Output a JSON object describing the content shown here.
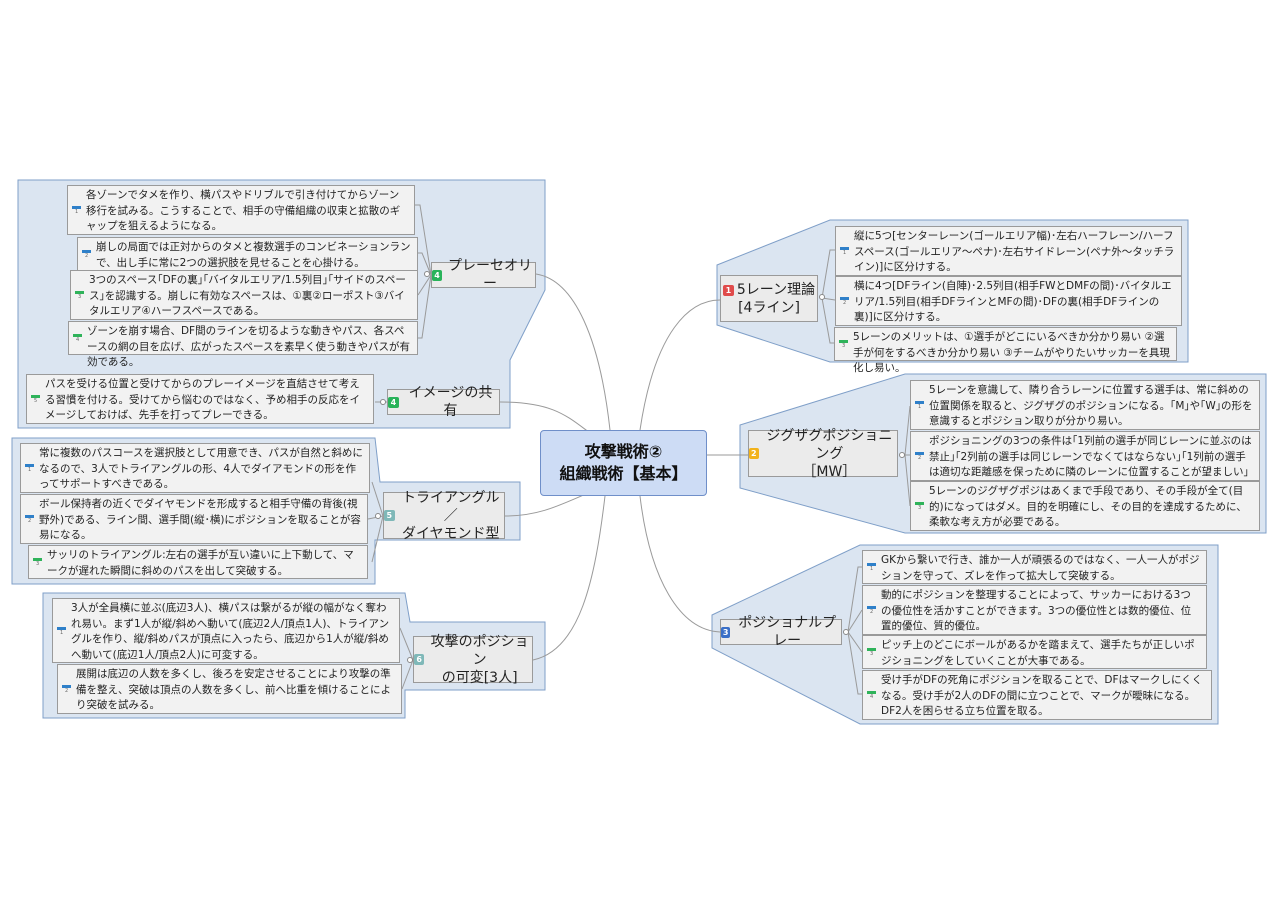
{
  "colors": {
    "blue": "#2f80c9",
    "green": "#2fb35a",
    "red": "#e04b4b",
    "yellow": "#f2b21a",
    "navy": "#3a6fc7",
    "teal": "#7fb8b8",
    "lightgreen": "#29b35a"
  },
  "center": {
    "line1": "攻撃戦術②",
    "line2": "組織戦術【基本】"
  },
  "topics": {
    "t1": {
      "badge": "1",
      "line1": "5レーン理論",
      "line2": "[4ライン]"
    },
    "t2": {
      "badge": "2",
      "line1": "ジグザグポジショニング",
      "line2": "［MW］"
    },
    "t3": {
      "badge": "3",
      "line1": "ポジショナルプレー"
    },
    "t4": {
      "badge": "4",
      "line1": "プレーセオリー"
    },
    "t4b": {
      "badge": "4",
      "line1": "イメージの共有"
    },
    "t5": {
      "badge": "5",
      "line1": "トライアングル／",
      "line2": "ダイヤモンド型"
    },
    "t6": {
      "badge": "6",
      "line1": "攻撃のポジション",
      "line2": "の可変[3人]"
    }
  },
  "notes": {
    "n1a": {
      "num": "1",
      "text": "縦に5つ[センターレーン(ゴールエリア幅)･左右ハーフレーン/ハーフスペース(ゴールエリア～ペナ)･左右サイドレーン(ペナ外～タッチライン)]に区分けする。"
    },
    "n1b": {
      "num": "2",
      "text": "横に4つ[DFライン(自陣)･2.5列目(相手FWとDMFの間)･バイタルエリア/1.5列目(相手DFラインとMFの間)･DFの裏(相手DFラインの裏)]に区分けする。"
    },
    "n1c": {
      "num": "3",
      "text": "5レーンのメリットは、①選手がどこにいるべきか分かり易い ②選手が何をするべきか分かり易い ③チームがやりたいサッカーを具現化し易い。"
    },
    "n2a": {
      "num": "1",
      "text": "5レーンを意識して、隣り合うレーンに位置する選手は、常に斜めの位置関係を取ると、ジグザグのポジションになる。｢M｣や｢W｣の形を意識するとポジション取りが分かり易い。"
    },
    "n2b": {
      "num": "2",
      "text": "ポジショニングの3つの条件は｢1列前の選手が同じレーンに並ぶのは禁止｣｢2列前の選手は同じレーンでなくてはならない｣｢1列前の選手は適切な距離感を保っために隣のレーンに位置することが望ましい｣である。"
    },
    "n2c": {
      "num": "3",
      "text": "5レーンのジグザグポジはあくまで手段であり、その手段が全て(目的)になってはダメ。目的を明確にし、その目的を達成するために、柔軟な考え方が必要である。"
    },
    "n3a": {
      "num": "1",
      "text": "GKから繋いで行き、誰か一人が頑張るのではなく、一人一人がポジションを守って、ズレを作って拡大して突破する。"
    },
    "n3b": {
      "num": "2",
      "text": "動的にポジションを整理することによって、サッカーにおける3つの優位性を活かすことができます。3つの優位性とは数的優位、位置的優位、質的優位。"
    },
    "n3c": {
      "num": "3",
      "text": "ピッチ上のどこにボールがあるかを踏まえて、選手たちが正しいポジショニングをしていくことが大事である。"
    },
    "n3d": {
      "num": "4",
      "text": "受け手がDFの死角にポジションを取ることで、DFはマークしにくくなる。受け手が2人のDFの間に立つことで、マークが曖昧になる。DF2人を困らせる立ち位置を取る。"
    },
    "n4a": {
      "num": "1",
      "text": "各ゾーンでタメを作り、横パスやドリブルで引き付けてからゾーン移行を試みる。こうすることで、相手の守備組織の収束と拡散のギャップを狙えるようになる。"
    },
    "n4b": {
      "num": "2",
      "text": "崩しの局面では正対からのタメと複数選手のコンビネーションランで、出し手に常に2つの選択肢を見せることを心掛ける。"
    },
    "n4c": {
      "num": "3",
      "text": "3つのスペース｢DFの裏｣｢バイタルエリア/1.5列目｣｢サイドのスペース｣を認識する。崩しに有効なスペースは、①裏②ローポスト③バイタルエリア④ハーフスペースである。"
    },
    "n4d": {
      "num": "4",
      "text": "ゾーンを崩す場合、DF間のラインを切るような動きやパス、各スペースの網の目を広げ、広がったスペースを素早く使う動きやパスが有効である。"
    },
    "n4e": {
      "num": "5",
      "text": "パスを受ける位置と受けてからのプレーイメージを直結させて考える習慣を付ける。受けてから悩むのではなく、予め相手の反応をイメージしておけば、先手を打ってプレーできる。"
    },
    "n5a": {
      "num": "1",
      "text": "常に複数のパスコースを選択肢として用意でき、パスが自然と斜めになるので、3人でトライアングルの形、4人でダイアモンドの形を作ってサポートすべきである。"
    },
    "n5b": {
      "num": "2",
      "text": "ボール保持者の近くでダイヤモンドを形成すると相手守備の背後(視野外)である、ライン間、選手間(縦･横)にポジションを取ることが容易になる。"
    },
    "n5c": {
      "num": "3",
      "text": "サッリのトライアングル:左右の選手が互い違いに上下動して、マークが遅れた瞬間に斜めのパスを出して突破する。"
    },
    "n6a": {
      "num": "1",
      "text": "3人が全員横に並ぶ(底辺3人)、横パスは繋がるが縦の幅がなく奪われ易い。まず1人が縦/斜めへ動いて(底辺2人/頂点1人)、トライアングルを作り、縦/斜めパスが頂点に入ったら、底辺から1人が縦/斜めへ動いて(底辺1人/頂点2人)に可変する。"
    },
    "n6b": {
      "num": "2",
      "text": "展開は底辺の人数を多くし、後ろを安定させることにより攻撃の準備を整え、突破は頂点の人数を多くし、前へ比重を傾けることにより突破を試みる。"
    }
  }
}
